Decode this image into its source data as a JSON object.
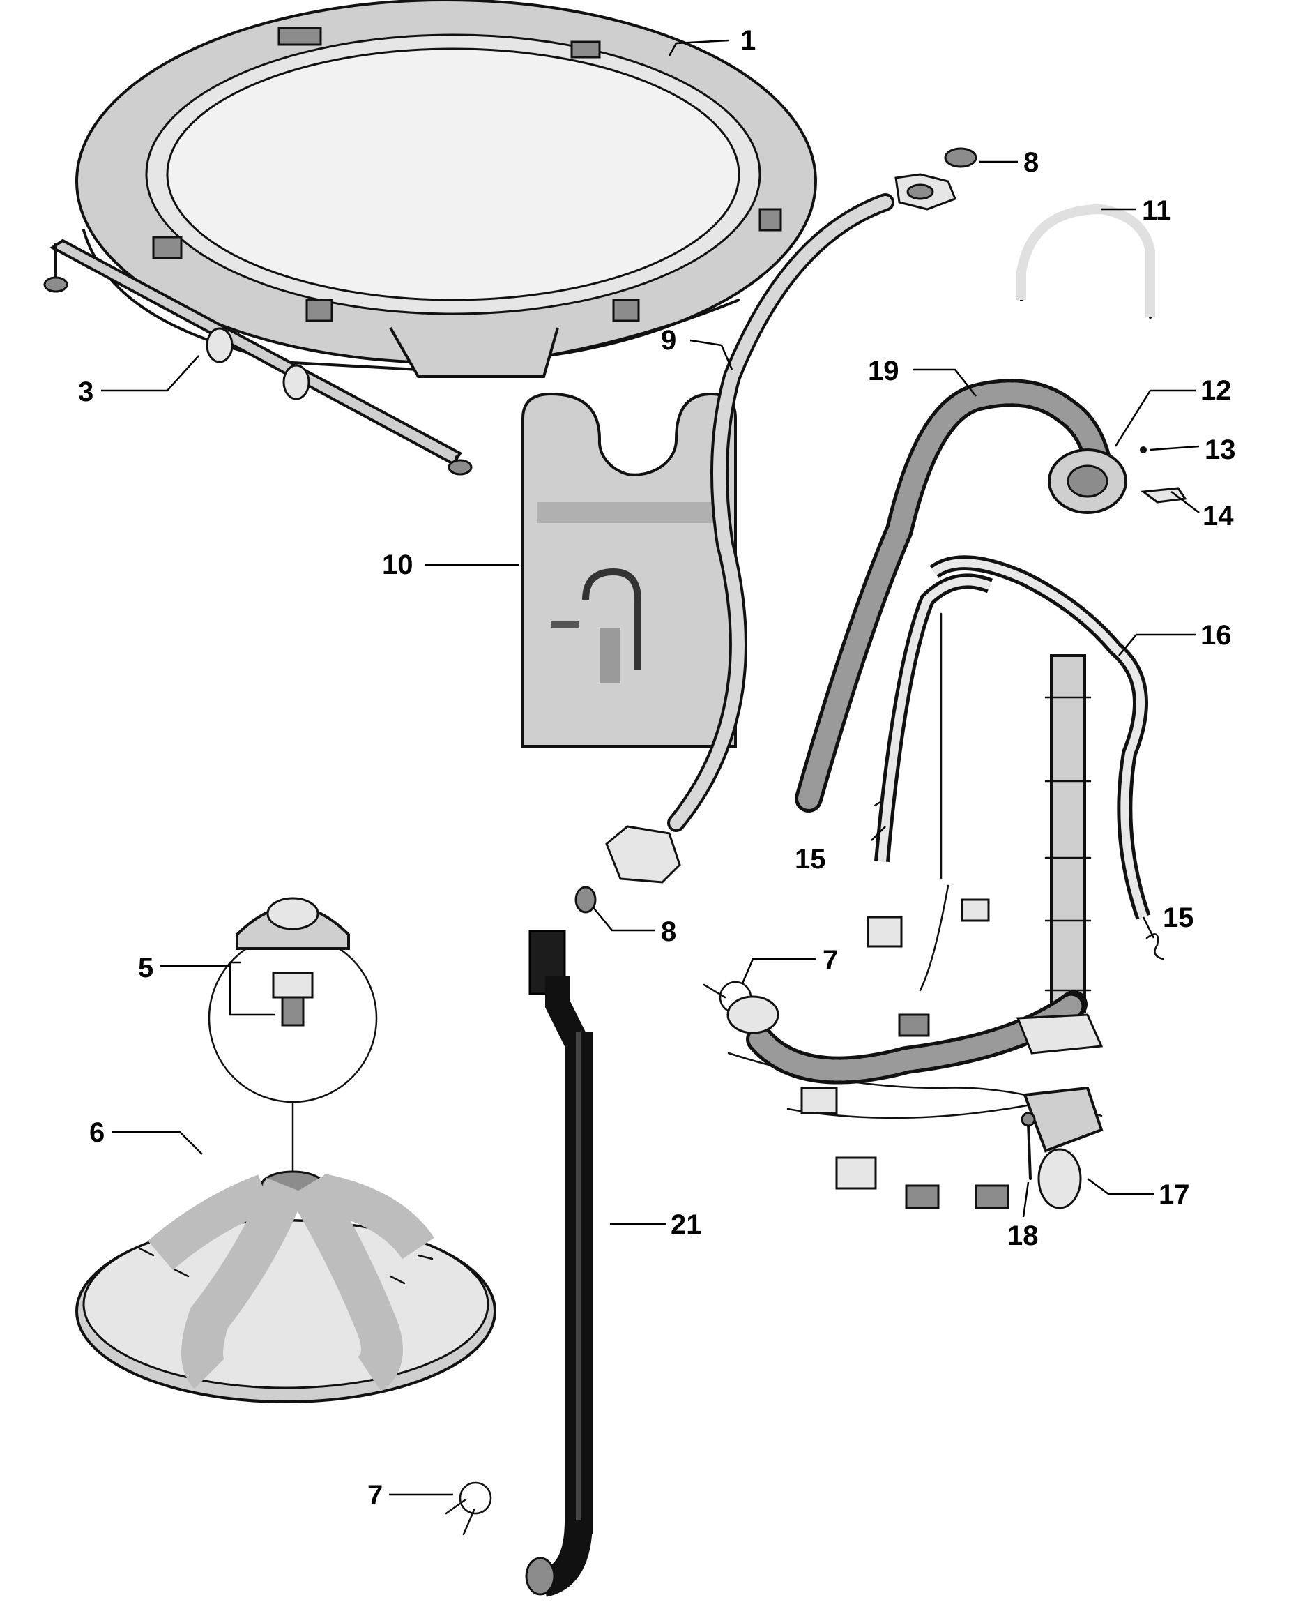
{
  "labels": [
    {
      "id": "1",
      "text": "1"
    },
    {
      "id": "3",
      "text": "3"
    },
    {
      "id": "5",
      "text": "5"
    },
    {
      "id": "6",
      "text": "6"
    },
    {
      "id": "7a",
      "text": "7"
    },
    {
      "id": "7b",
      "text": "7"
    },
    {
      "id": "8a",
      "text": "8"
    },
    {
      "id": "8b",
      "text": "8"
    },
    {
      "id": "9",
      "text": "9"
    },
    {
      "id": "10",
      "text": "10"
    },
    {
      "id": "11",
      "text": "11"
    },
    {
      "id": "12",
      "text": "12"
    },
    {
      "id": "13",
      "text": "13"
    },
    {
      "id": "14",
      "text": "14"
    },
    {
      "id": "15a",
      "text": "15"
    },
    {
      "id": "15b",
      "text": "15"
    },
    {
      "id": "16",
      "text": "16"
    },
    {
      "id": "17",
      "text": "17"
    },
    {
      "id": "18",
      "text": "18"
    },
    {
      "id": "19",
      "text": "19"
    },
    {
      "id": "21",
      "text": "21"
    }
  ],
  "colors": {
    "ink": "#111111",
    "shade": "#cfcfcf",
    "background": "#ffffff"
  }
}
